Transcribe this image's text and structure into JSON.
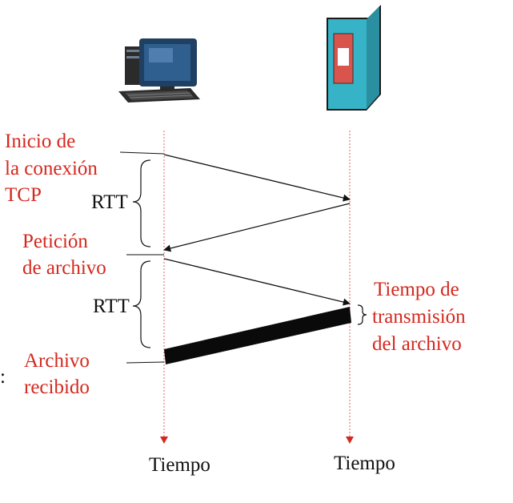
{
  "labels": {
    "start_line1": "Inicio de",
    "start_line2": "la conexión",
    "start_line3": "TCP",
    "rtt_top": "RTT",
    "request_line1": "Petición",
    "request_line2": "de archivo",
    "rtt_bottom": "RTT",
    "tx_line1": "Tiempo de",
    "tx_line2": "transmisión",
    "tx_line3": "del archivo",
    "received_line1": "Archivo",
    "received_line2": "recibido",
    "edge_colon": ":",
    "client_time": "Tiempo",
    "server_time": "Tiempo"
  },
  "icons": {
    "client": "desktop-computer-icon",
    "server": "server-tower-icon"
  },
  "colors": {
    "annotation_red": "#d4281e",
    "timeline_red": "#e06060",
    "server_teal": "#36b3c6",
    "server_panel": "#d9544c"
  }
}
